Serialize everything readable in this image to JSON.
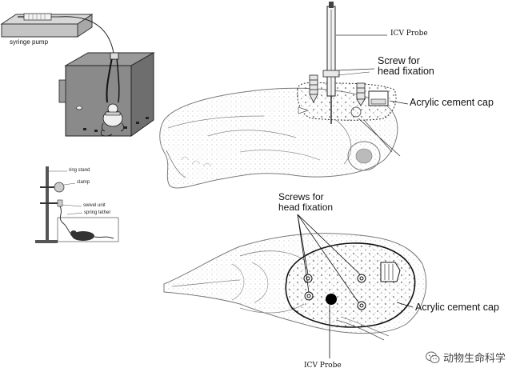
{
  "labels": {
    "syringe_pump": "syringe pump",
    "icv_probe_top": "ICV Probe",
    "screw_head_fixation": [
      "Screw for",
      "head fixation"
    ],
    "acrylic_cap_top": "Acrylic cement cap",
    "ring_stand": "ring stand",
    "clamp": "clamp",
    "swivel_unit": "swivel unit",
    "spring_tether": "spring tether",
    "screws_head_fixation": [
      "Screws for",
      "head fixation"
    ],
    "acrylic_cap_bottom": "Acrylic cement cap",
    "icv_probe_bottom": "ICV Probe"
  },
  "watermark": {
    "text": "动物生命科学",
    "icon": "wechat-icon"
  },
  "colors": {
    "ink": "#111111",
    "cage_fill": "#8a8a8a",
    "cage_dark": "#6e6e6e",
    "skull_stroke": "#7a7a7a"
  }
}
